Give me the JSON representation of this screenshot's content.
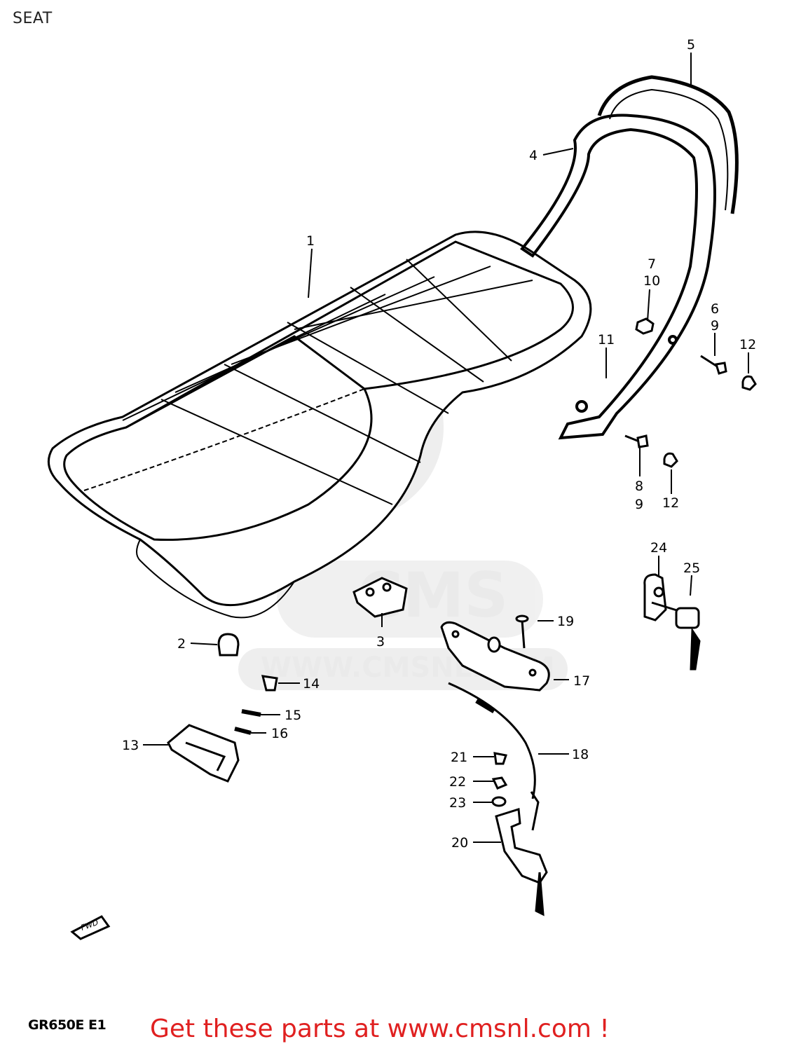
{
  "title": "SEAT",
  "model_code": "GR650E E1",
  "banner": "Get these parts at www.cmsnl.com !",
  "watermark": {
    "logo": "CMS",
    "url": "WWW.CMSNL.COM"
  },
  "fwd_label": "FWD",
  "callouts": {
    "c1": "1",
    "c2": "2",
    "c3": "3",
    "c4": "4",
    "c5": "5",
    "c7": "7",
    "c10a": "10",
    "c6": "6",
    "c9a": "9",
    "c12a": "12",
    "c11": "11",
    "c8": "8",
    "c9b": "9",
    "c12b": "12",
    "c24": "24",
    "c25": "25",
    "c19": "19",
    "c17": "17",
    "c14": "14",
    "c15": "15",
    "c16": "16",
    "c13": "13",
    "c18": "18",
    "c21": "21",
    "c22": "22",
    "c23": "23",
    "c20": "20"
  }
}
